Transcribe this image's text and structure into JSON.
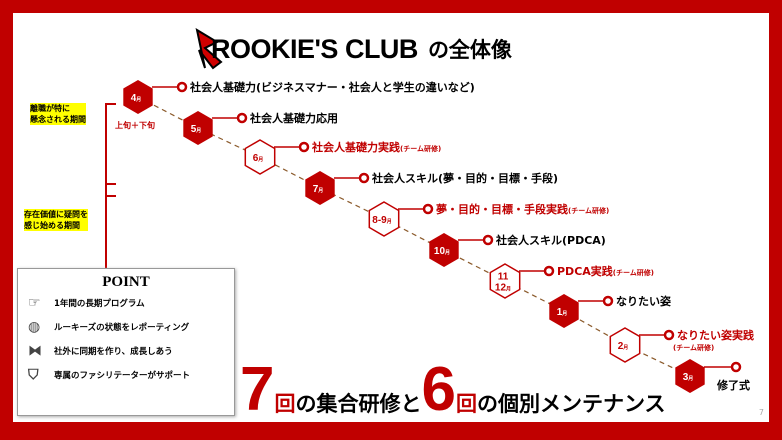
{
  "title": {
    "logo": "ROOKIE'S CLUB",
    "suffix": "の全体像"
  },
  "periods": [
    {
      "label": "離職が特に\n懸念される期間"
    },
    {
      "label": "存在価値に疑問を\n感じ始める期間"
    }
  ],
  "april_note": "上旬＋下旬",
  "timeline": [
    {
      "month": "4",
      "unit": "月",
      "filled": true,
      "label": "社会人基礎力(ビジネスマナー・社会人と学生の違いなど)",
      "sub": "",
      "red": false
    },
    {
      "month": "5",
      "unit": "月",
      "filled": true,
      "label": "社会人基礎力応用",
      "sub": "",
      "red": false
    },
    {
      "month": "6",
      "unit": "月",
      "filled": false,
      "label": "社会人基礎力実践",
      "sub": "(チーム研修)",
      "red": true
    },
    {
      "month": "7",
      "unit": "月",
      "filled": true,
      "label": "社会人スキル(夢・目的・目標・手段)",
      "sub": "",
      "red": false
    },
    {
      "month": "8-9",
      "unit": "月",
      "filled": false,
      "label": "夢・目的・目標・手段実践",
      "sub": "(チーム研修)",
      "red": true
    },
    {
      "month": "10",
      "unit": "月",
      "filled": true,
      "label": "社会人スキル(PDCA)",
      "sub": "",
      "red": false
    },
    {
      "month": "11\n12",
      "unit": "月",
      "filled": false,
      "label": "PDCA実践",
      "sub": "(チーム研修)",
      "red": true
    },
    {
      "month": "1",
      "unit": "月",
      "filled": true,
      "label": "なりたい姿",
      "sub": "",
      "red": false
    },
    {
      "month": "2",
      "unit": "月",
      "filled": false,
      "label": "なりたい姿実践",
      "sub": "(チーム研修)",
      "red": true
    },
    {
      "month": "3",
      "unit": "月",
      "filled": true,
      "label": "修了式",
      "sub": "",
      "red": false
    }
  ],
  "point": {
    "title": "POINT",
    "items": [
      {
        "icon": "pointing-hand-icon",
        "text": "1年間の長期プログラム"
      },
      {
        "icon": "globe-signal-icon",
        "text": "ルーキーズの状態をレポーティング"
      },
      {
        "icon": "ribbon-icon",
        "text": "社外に同期を作り、成長しあう"
      },
      {
        "icon": "beginner-mark-icon",
        "text": "専属のファシリテーターがサポート"
      }
    ]
  },
  "summary": {
    "n1": "7",
    "kai1": "回",
    "t1": "の集合研修と",
    "n2": "6",
    "kai2": "回",
    "t2": "の個別メンテナンス"
  },
  "page_number": "7",
  "colors": {
    "accent": "#c00000",
    "highlight": "#ffff00"
  }
}
